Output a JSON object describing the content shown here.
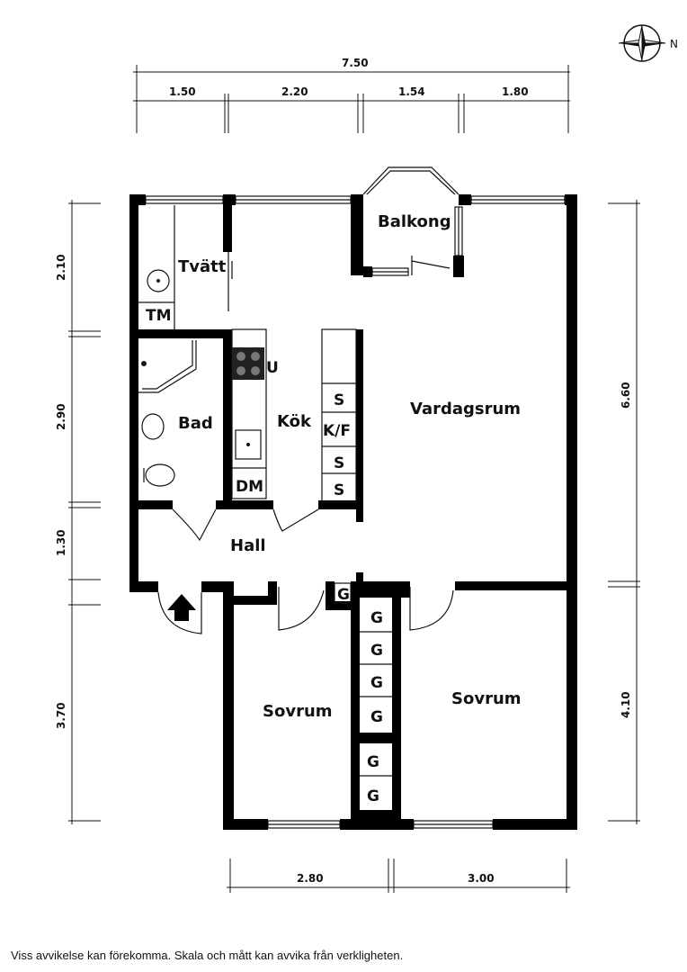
{
  "compass": {
    "north_label": "N"
  },
  "dimensions": {
    "top_total": "7.50",
    "top_segments": [
      "1.50",
      "2.20",
      "1.54",
      "1.80"
    ],
    "left": [
      "2.10",
      "2.90",
      "1.30",
      "3.70"
    ],
    "right": [
      "6.60",
      "4.10"
    ],
    "bottom": [
      "2.80",
      "3.00"
    ]
  },
  "rooms": {
    "balkong": "Balkong",
    "tvatt": "Tvätt",
    "bad": "Bad",
    "kok": "Kök",
    "vardagsrum": "Vardagsrum",
    "hall": "Hall",
    "sovrum_left": "Sovrum",
    "sovrum_right": "Sovrum"
  },
  "fixtures": {
    "tm": "TM",
    "u": "U",
    "dm": "DM",
    "s1": "S",
    "kf": "K/F",
    "s2": "S",
    "s3": "S",
    "g": [
      "G",
      "G",
      "G",
      "G",
      "G",
      "G",
      "G"
    ]
  },
  "disclaimer": "Viss avvikelse kan förekomma. Skala och mått kan avvika från verkligheten."
}
